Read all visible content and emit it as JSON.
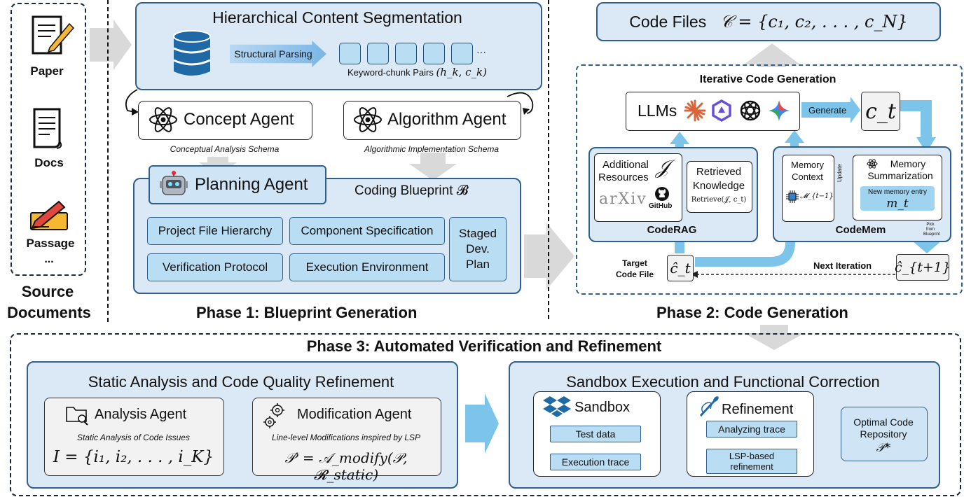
{
  "source": {
    "items": [
      "Paper",
      "Docs",
      "Passage"
    ],
    "ellipsis": "...",
    "title_line1": "Source",
    "title_line2": "Documents"
  },
  "phase1": {
    "title": "Phase 1: Blueprint Generation",
    "segmentation_title": "Hierarchical Content Segmentation",
    "structural_parsing": "Structural Parsing",
    "chunk_ellipsis": "···",
    "keyword_chunk_label": "Keyword-chunk Pairs",
    "keyword_chunk_math": "(h_k, c_k)",
    "concept_agent": "Concept Agent",
    "concept_schema": "Conceptual Analysis Schema",
    "algorithm_agent": "Algorithm Agent",
    "algorithm_schema": "Algorithmic Implementation Schema",
    "planning_agent": "Planning Agent",
    "blueprint_label": "Coding Blueprint 𝓑",
    "blueprint_items": [
      "Project File Hierarchy",
      "Component Specification",
      "Verification Protocol",
      "Execution Environment"
    ],
    "staged_plan": [
      "Staged",
      "Dev.",
      "Plan"
    ]
  },
  "phase2": {
    "title": "Phase 2: Code Generation",
    "code_files_label": "Code Files",
    "code_files_math": "𝒞 = {c₁, c₂, . . . , c_N}",
    "iterative_title": "Iterative Code Generation",
    "llms_label": "LLMs",
    "generate_label": "Generate",
    "ct": "c_t",
    "coderag": {
      "title": "CodeRAG",
      "additional_resources": [
        "Additional",
        "Resources"
      ],
      "resources_math": "𝒥",
      "arxiv": "arXiv",
      "github": "GitHub",
      "retrieved_knowledge": [
        "Retrieved",
        "Knowledge"
      ],
      "retrieve_fn": "Retrieve(𝒥, c_t)"
    },
    "codemem": {
      "title": "CodeMem",
      "memory_context": [
        "Memory",
        "Context"
      ],
      "memory_math": "𝓜_{t−1}",
      "update_label": "Update",
      "memory_summarization": [
        "Memory",
        "Summarization"
      ],
      "new_memory_entry": "New memory entry",
      "mt": "m_t",
      "pick_from_blueprint": "Pick from Blueprint"
    },
    "target_code_file": [
      "Target",
      "Code File"
    ],
    "hat_ct": "ĉ_t",
    "next_iteration": "Next Iteration",
    "hat_ct1": "ĉ_{t+1}"
  },
  "phase3": {
    "title": "Phase 3: Automated Verification and Refinement",
    "static_title": "Static Analysis and Code Quality Refinement",
    "analysis_agent": "Analysis Agent",
    "analysis_desc": "Static Analysis of Code Issues",
    "analysis_math": "I = {i₁, i₂, . . . , i_K}",
    "modification_agent": "Modification Agent",
    "modification_desc": "Line-level Modifications inspired by LSP",
    "modification_math": "𝒫′ = 𝒜_modify(𝒫, 𝓡_static)",
    "sandbox_title": "Sandbox Execution and Functional Correction",
    "sandbox_label": "Sandbox",
    "test_data": "Test data",
    "execution_trace": "Execution trace",
    "refinement_label": "Refinement",
    "analyzing_trace": "Analyzing trace",
    "lsp_refinement": [
      "LSP-based",
      "refinement"
    ],
    "optimal_repo": [
      "Optimal Code",
      "Repository"
    ],
    "optimal_math": "𝒫*"
  },
  "colors": {
    "box_fill": "#dbe8f5",
    "box_border": "#2f5f8a",
    "cyan_fill": "#b9ddf3",
    "arrow_blue": "#7cc4ea",
    "arrow_gray": "#d9d9d9"
  },
  "icons": [
    "paper-icon",
    "docs-icon",
    "passage-icon",
    "database-icon",
    "atom-icon",
    "robot-icon",
    "llm-logos",
    "chip-icon",
    "folder-search-icon",
    "gears-icon",
    "sandbox-box-icon",
    "needle-icon",
    "cycle-arrows-icon"
  ]
}
